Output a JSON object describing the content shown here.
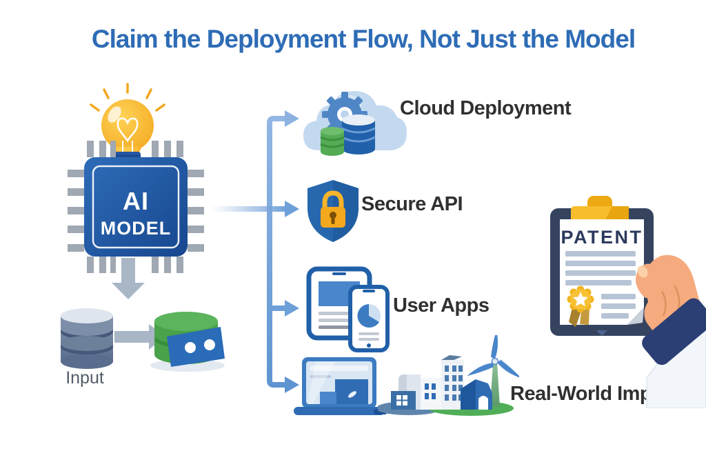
{
  "title": "Claim the Deployment Flow, Not Just the Model",
  "ai_model": {
    "line1": "AI",
    "line2": "MODEL"
  },
  "input": {
    "label": "Input"
  },
  "branches": [
    {
      "label": "Cloud Deployment"
    },
    {
      "label": "Secure API"
    },
    {
      "label": "User Apps"
    },
    {
      "label": "Real-World Impact"
    }
  ],
  "patent": {
    "label": "PATENT"
  },
  "colors": {
    "title_blue": "#2e6cb5",
    "label_dark": "#303030",
    "connector_blue": "#6d9fd8",
    "chip_blue": "#1e5aa8",
    "bulb_yellow": "#f7b322",
    "shield_blue": "#2767ae",
    "lock_gold": "#f3a81d",
    "green_db": "#4aa24a",
    "input_db_slate": "#68799a",
    "clipboard_navy": "#35435f",
    "clip_yellow": "#f7bd2c",
    "seal_gold": "#f2b31f",
    "skin": "#f5ab7e",
    "cuff_navy": "#2b3f74"
  }
}
